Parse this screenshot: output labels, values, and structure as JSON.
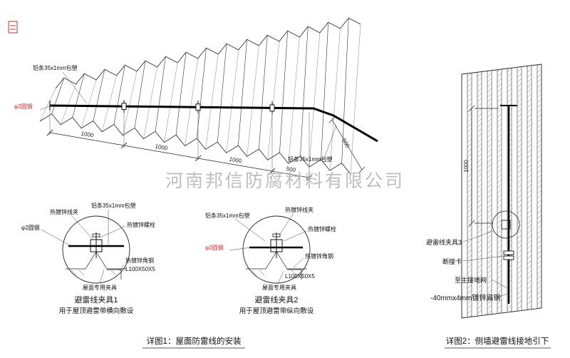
{
  "colors": {
    "accent_red": "#c23030",
    "line": "#222222",
    "watermark_gray": "#b3b3b3"
  },
  "watermark": {
    "text": "河南邦信防腐材料有限公司"
  },
  "roof_view": {
    "label_strip_top": "铝条35x1mm包塑",
    "label_rod_red": "φ2圆钢",
    "label_strip_bottom": "铝条35x1mm包塑",
    "dim_1": "1000",
    "dim_2": "1000",
    "dim_3": "1000",
    "dim_4": "500",
    "dim_right": "500"
  },
  "detail1": {
    "label_wire_clamp": "热镀锌线夹",
    "label_strip": "铝条35x1mm包塑",
    "label_bolt": "热镀锌螺栓",
    "label_rod": "φ2圆钢",
    "label_angle_steel": "热镀锌角钢",
    "label_angle_size": "L100X50X5",
    "label_roof_fixture": "屋面专用夹具",
    "title": "避雷线夹具1",
    "subtitle": "用于屋顶避雷带横向敷设"
  },
  "detail2": {
    "label_strip": "铝条35x1mm包塑",
    "label_wire_clamp": "热镀锌线夹",
    "label_bolt": "热镀锌螺栓",
    "label_rod": "φ2圆钢",
    "label_angle_steel": "热镀锌角钢",
    "label_angle_size": "L100X50X5",
    "label_roof_fixture": "屋面专用夹具",
    "title": "避雷线夹具2",
    "subtitle": "用于屋顶避雷带纵向敷设"
  },
  "wall_view": {
    "dim_vertical": "1000",
    "label_clamp3": "避雷线夹具3",
    "label_disconnect": "断接卡",
    "label_to_ground": "至主接地网",
    "label_flat_steel": "-40mmx4mm镀锌扁钢"
  },
  "captions": {
    "detail1": "详图1：屋面防雷线的安装",
    "detail2": "详图2：侧墙避雷线接地引下"
  }
}
